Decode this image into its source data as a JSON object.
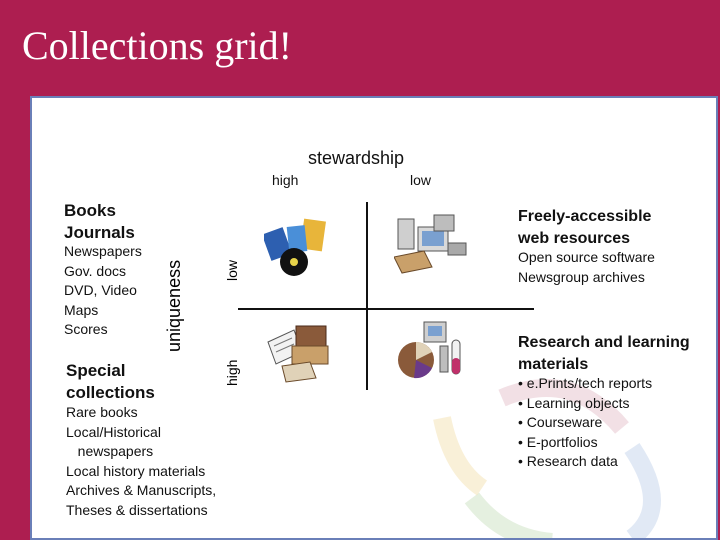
{
  "slide": {
    "title": "Collections grid!"
  },
  "grid": {
    "x_axis_label": "stewardship",
    "x_high": "high",
    "x_low": "low",
    "y_axis_label": "uniqueness",
    "y_low": "low",
    "y_high": "high"
  },
  "left": {
    "books_heading": [
      "Books",
      "Journals"
    ],
    "formats": [
      "Newspapers",
      "Gov. docs",
      "DVD, Video",
      "Maps",
      "Scores"
    ],
    "special_heading": [
      "Special",
      "collections"
    ],
    "special_items": [
      "Rare books",
      "Local/Historical",
      "   newspapers",
      "Local history materials",
      "Archives & Manuscripts,",
      "Theses & dissertations"
    ]
  },
  "right": {
    "free_heading": [
      "Freely-accessible",
      "web resources"
    ],
    "free_items": [
      "Open source software",
      "Newsgroup archives"
    ],
    "research_heading": [
      "Research and learning",
      "materials"
    ],
    "research_items": [
      "• e.Prints/tech reports",
      "• Learning objects",
      "• Courseware",
      "• E-portfolios",
      "• Research data"
    ]
  },
  "icons": {
    "top_left": "books-and-disc-icon",
    "top_right": "computer-workstation-icon",
    "bottom_left": "manuscripts-and-books-icon",
    "bottom_right": "research-lab-equipment-icon"
  },
  "colors": {
    "background": "#ad1e50",
    "panel_border": "#6a7fb8"
  }
}
